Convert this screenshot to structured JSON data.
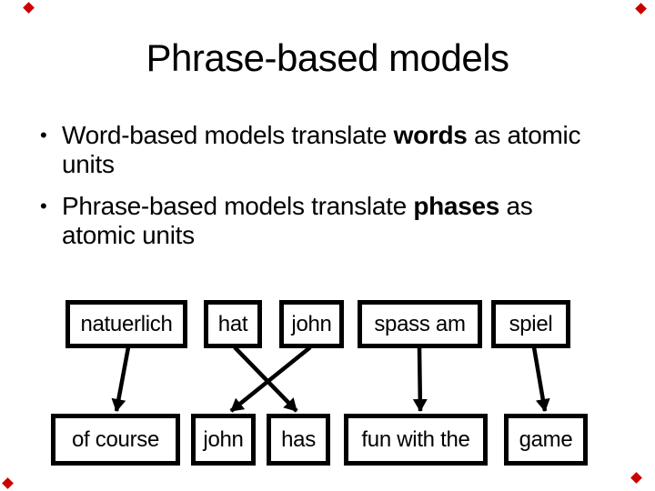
{
  "slide": {
    "title": "Phrase-based models",
    "bullets": [
      {
        "glyph": "•",
        "pre": "Word-based models translate ",
        "bold": "words",
        "post": " as atomic",
        "line2": "units"
      },
      {
        "glyph": "•",
        "pre": "Phrase-based models translate ",
        "bold": "phases",
        "post": " as",
        "line2": "atomic units"
      }
    ]
  },
  "diagram": {
    "source_phrases": [
      "natuerlich",
      "hat",
      "john",
      "spass am",
      "spiel"
    ],
    "target_phrases": [
      "of course",
      "john",
      "has",
      "fun with the",
      "game"
    ],
    "alignments": [
      {
        "from": "natuerlich",
        "to": "of course"
      },
      {
        "from": "hat",
        "to": "has"
      },
      {
        "from": "john",
        "to": "john"
      },
      {
        "from": "spass am",
        "to": "fun with the"
      },
      {
        "from": "spiel",
        "to": "game"
      }
    ]
  },
  "colors": {
    "text": "#000000",
    "box_border": "#000000",
    "background": "#ffffff",
    "corner_marker": "#cc0000"
  }
}
